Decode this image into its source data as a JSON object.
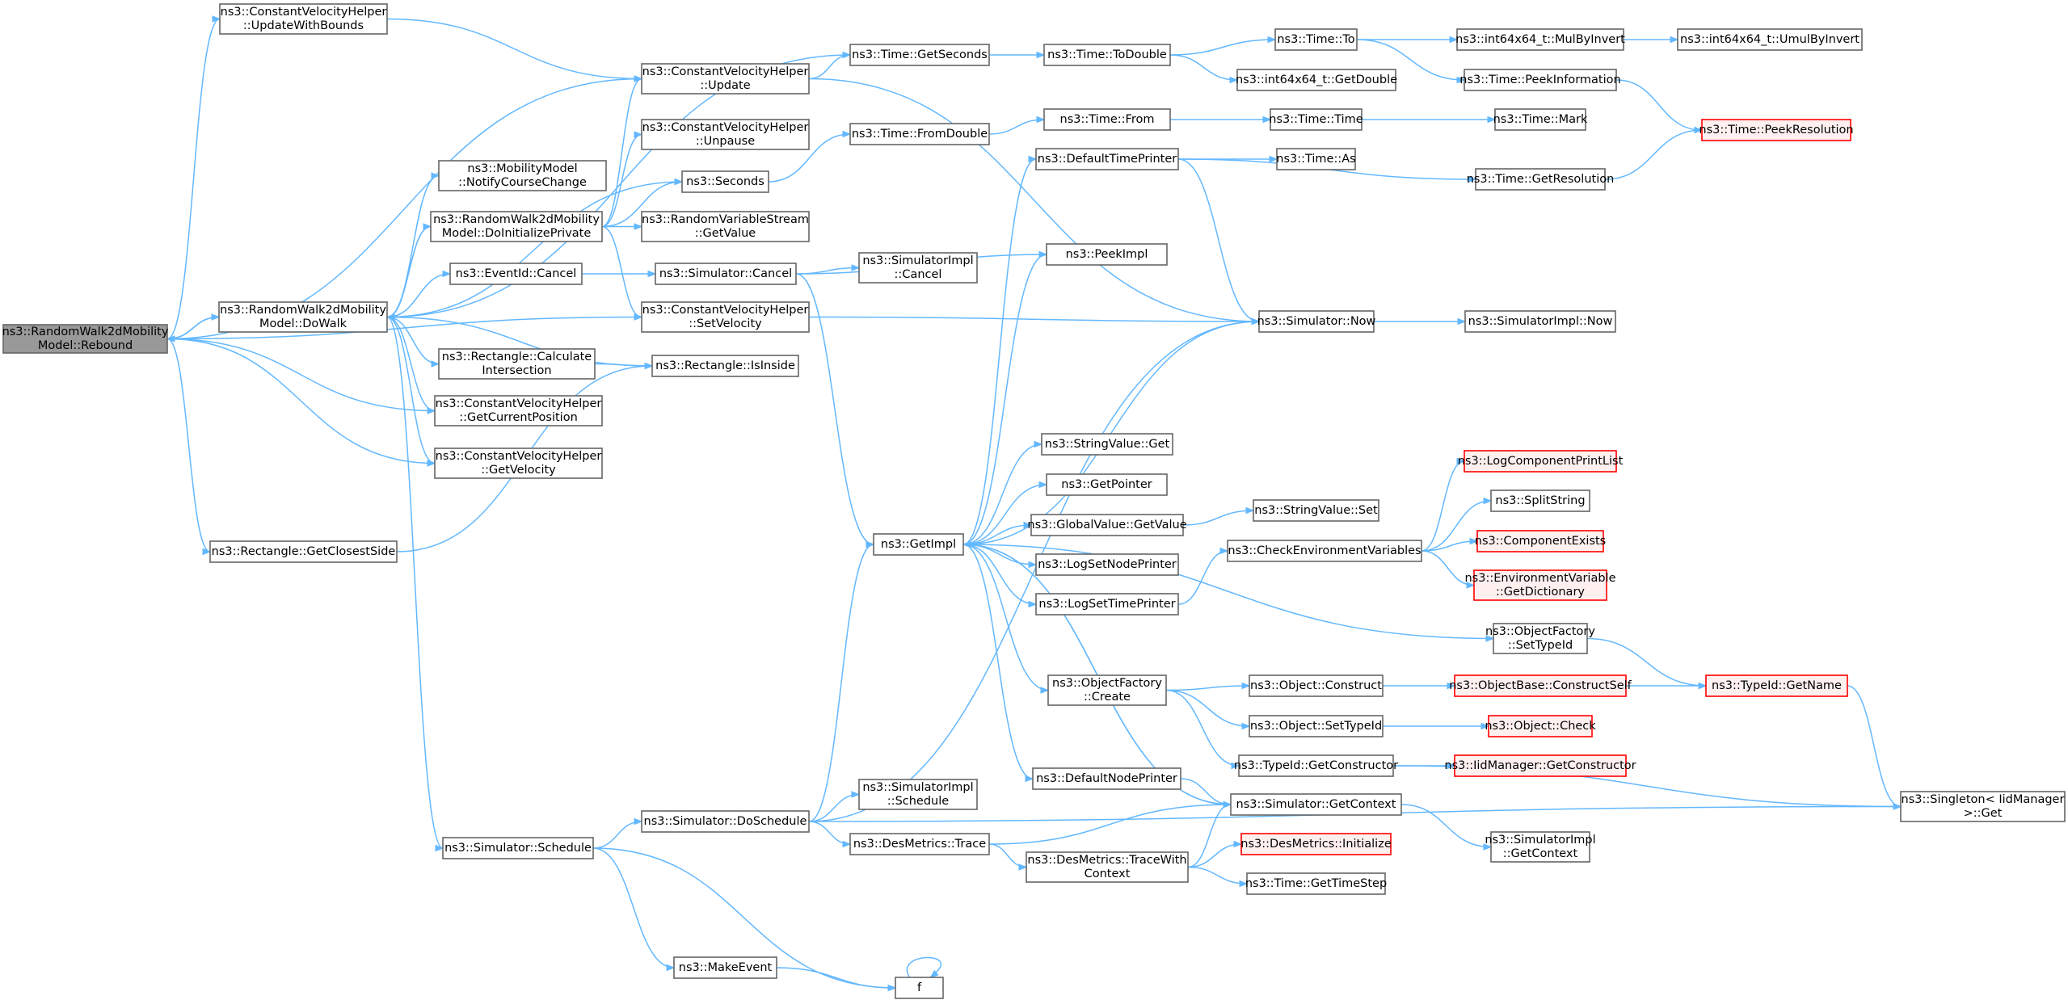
{
  "graph": {
    "nodes": [
      {
        "id": "rebound",
        "lines": [
          "ns3::RandomWalk2dMobility",
          "Model::Rebound"
        ],
        "style": "root"
      },
      {
        "id": "updWithBounds",
        "lines": [
          "ns3::ConstantVelocityHelper",
          "::UpdateWithBounds"
        ]
      },
      {
        "id": "doWalk",
        "lines": [
          "ns3::RandomWalk2dMobility",
          "Model::DoWalk"
        ]
      },
      {
        "id": "getClosestSide",
        "lines": [
          "ns3::Rectangle::GetClosestSide"
        ]
      },
      {
        "id": "notifyCourse",
        "lines": [
          "ns3::MobilityModel",
          "::NotifyCourseChange"
        ]
      },
      {
        "id": "doInitPriv",
        "lines": [
          "ns3::RandomWalk2dMobility",
          "Model::DoInitializePrivate"
        ]
      },
      {
        "id": "eventCancel",
        "lines": [
          "ns3::EventId::Cancel"
        ]
      },
      {
        "id": "rectCalc",
        "lines": [
          "ns3::Rectangle::Calculate",
          "Intersection"
        ]
      },
      {
        "id": "cvhGetPos",
        "lines": [
          "ns3::ConstantVelocityHelper",
          "::GetCurrentPosition"
        ]
      },
      {
        "id": "cvhGetVel",
        "lines": [
          "ns3::ConstantVelocityHelper",
          "::GetVelocity"
        ]
      },
      {
        "id": "simSchedule",
        "lines": [
          "ns3::Simulator::Schedule"
        ]
      },
      {
        "id": "cvhUpdate",
        "lines": [
          "ns3::ConstantVelocityHelper",
          "::Update"
        ]
      },
      {
        "id": "cvhUnpause",
        "lines": [
          "ns3::ConstantVelocityHelper",
          "::Unpause"
        ]
      },
      {
        "id": "seconds",
        "lines": [
          "ns3::Seconds"
        ]
      },
      {
        "id": "rvsGetValue",
        "lines": [
          "ns3::RandomVariableStream",
          "::GetValue"
        ]
      },
      {
        "id": "simCancel",
        "lines": [
          "ns3::Simulator::Cancel"
        ]
      },
      {
        "id": "cvhSetVel",
        "lines": [
          "ns3::ConstantVelocityHelper",
          "::SetVelocity"
        ]
      },
      {
        "id": "rectIsInside",
        "lines": [
          "ns3::Rectangle::IsInside"
        ]
      },
      {
        "id": "simDoSchedule",
        "lines": [
          "ns3::Simulator::DoSchedule"
        ]
      },
      {
        "id": "makeEvent",
        "lines": [
          "ns3::MakeEvent"
        ]
      },
      {
        "id": "timeGetSeconds",
        "lines": [
          "ns3::Time::GetSeconds"
        ]
      },
      {
        "id": "timeFromDouble",
        "lines": [
          "ns3::Time::FromDouble"
        ]
      },
      {
        "id": "simImplCancel",
        "lines": [
          "ns3::SimulatorImpl",
          "::Cancel"
        ]
      },
      {
        "id": "getImpl",
        "lines": [
          "ns3::GetImpl"
        ]
      },
      {
        "id": "simImplSchedule",
        "lines": [
          "ns3::SimulatorImpl",
          "::Schedule"
        ]
      },
      {
        "id": "desTrace",
        "lines": [
          "ns3::DesMetrics::Trace"
        ]
      },
      {
        "id": "fNode",
        "lines": [
          "f"
        ]
      },
      {
        "id": "timeToDouble",
        "lines": [
          "ns3::Time::ToDouble"
        ]
      },
      {
        "id": "timeFrom",
        "lines": [
          "ns3::Time::From"
        ]
      },
      {
        "id": "defTimePrinter",
        "lines": [
          "ns3::DefaultTimePrinter"
        ]
      },
      {
        "id": "peekImpl",
        "lines": [
          "ns3::PeekImpl"
        ]
      },
      {
        "id": "stringValueGet",
        "lines": [
          "ns3::StringValue::Get"
        ]
      },
      {
        "id": "getPointer",
        "lines": [
          "ns3::GetPointer"
        ]
      },
      {
        "id": "gvGetValue",
        "lines": [
          "ns3::GlobalValue::GetValue"
        ]
      },
      {
        "id": "logSetNode",
        "lines": [
          "ns3::LogSetNodePrinter"
        ]
      },
      {
        "id": "logSetTime",
        "lines": [
          "ns3::LogSetTimePrinter"
        ]
      },
      {
        "id": "ofCreate",
        "lines": [
          "ns3::ObjectFactory",
          "::Create"
        ]
      },
      {
        "id": "defNodePrinter",
        "lines": [
          "ns3::DefaultNodePrinter"
        ]
      },
      {
        "id": "desTraceCtx",
        "lines": [
          "ns3::DesMetrics::TraceWith",
          "Context"
        ]
      },
      {
        "id": "timeTo",
        "lines": [
          "ns3::Time::To"
        ]
      },
      {
        "id": "int64GetDouble",
        "lines": [
          "ns3::int64x64_t::GetDouble"
        ]
      },
      {
        "id": "timeTime",
        "lines": [
          "ns3::Time::Time"
        ]
      },
      {
        "id": "timeAs",
        "lines": [
          "ns3::Time::As"
        ]
      },
      {
        "id": "simNow",
        "lines": [
          "ns3::Simulator::Now"
        ]
      },
      {
        "id": "svSet",
        "lines": [
          "ns3::StringValue::Set"
        ]
      },
      {
        "id": "checkEnv",
        "lines": [
          "ns3::CheckEnvironmentVariables"
        ]
      },
      {
        "id": "objConstruct",
        "lines": [
          "ns3::Object::Construct"
        ]
      },
      {
        "id": "objSetTypeId",
        "lines": [
          "ns3::Object::SetTypeId"
        ]
      },
      {
        "id": "tidGetCtor",
        "lines": [
          "ns3::TypeId::GetConstructor"
        ]
      },
      {
        "id": "simGetContext",
        "lines": [
          "ns3::Simulator::GetContext"
        ]
      },
      {
        "id": "desInit",
        "lines": [
          "ns3::DesMetrics::Initialize"
        ],
        "style": "red"
      },
      {
        "id": "timeGetTimeStep",
        "lines": [
          "ns3::Time::GetTimeStep"
        ]
      },
      {
        "id": "mulByInvert",
        "lines": [
          "ns3::int64x64_t::MulByInvert"
        ]
      },
      {
        "id": "peekInfo",
        "lines": [
          "ns3::Time::PeekInformation"
        ]
      },
      {
        "id": "timeMark",
        "lines": [
          "ns3::Time::Mark"
        ]
      },
      {
        "id": "timeGetRes",
        "lines": [
          "ns3::Time::GetResolution"
        ]
      },
      {
        "id": "simImplNow",
        "lines": [
          "ns3::SimulatorImpl::Now"
        ]
      },
      {
        "id": "logCompPrint",
        "lines": [
          "ns3::LogComponentPrintList"
        ],
        "style": "red"
      },
      {
        "id": "splitString",
        "lines": [
          "ns3::SplitString"
        ]
      },
      {
        "id": "compExists",
        "lines": [
          "ns3::ComponentExists"
        ],
        "style": "red"
      },
      {
        "id": "envVarDict",
        "lines": [
          "ns3::EnvironmentVariable",
          "::GetDictionary"
        ],
        "style": "red"
      },
      {
        "id": "ofSetTypeId",
        "lines": [
          "ns3::ObjectFactory",
          "::SetTypeId"
        ]
      },
      {
        "id": "obConstructSelf",
        "lines": [
          "ns3::ObjectBase::ConstructSelf"
        ],
        "style": "red"
      },
      {
        "id": "objCheck",
        "lines": [
          "ns3::Object::Check"
        ],
        "style": "red"
      },
      {
        "id": "iidGetCtor",
        "lines": [
          "ns3::IidManager::GetConstructor"
        ],
        "style": "red"
      },
      {
        "id": "simImplGetCtx",
        "lines": [
          "ns3::SimulatorImpl",
          "::GetContext"
        ]
      },
      {
        "id": "umulByInvert",
        "lines": [
          "ns3::int64x64_t::UmulByInvert"
        ]
      },
      {
        "id": "peekRes",
        "lines": [
          "ns3::Time::PeekResolution"
        ],
        "style": "red"
      },
      {
        "id": "tidGetName",
        "lines": [
          "ns3::TypeId::GetName"
        ],
        "style": "red"
      },
      {
        "id": "singletonGet",
        "lines": [
          "ns3::Singleton< IidManager",
          " >::Get"
        ]
      }
    ],
    "edges": [
      [
        "rebound",
        "updWithBounds"
      ],
      [
        "rebound",
        "doWalk"
      ],
      [
        "rebound",
        "cvhGetPos"
      ],
      [
        "rebound",
        "cvhGetVel"
      ],
      [
        "rebound",
        "getClosestSide"
      ],
      [
        "rebound",
        "cvhUpdate"
      ],
      [
        "rebound",
        "cvhSetVel"
      ],
      [
        "updWithBounds",
        "cvhUpdate"
      ],
      [
        "doWalk",
        "rebound"
      ],
      [
        "doWalk",
        "notifyCourse"
      ],
      [
        "doWalk",
        "doInitPriv"
      ],
      [
        "doWalk",
        "eventCancel"
      ],
      [
        "doWalk",
        "rectCalc"
      ],
      [
        "doWalk",
        "cvhGetPos"
      ],
      [
        "doWalk",
        "cvhGetVel"
      ],
      [
        "doWalk",
        "simSchedule"
      ],
      [
        "doWalk",
        "timeGetSeconds"
      ],
      [
        "doWalk",
        "seconds"
      ],
      [
        "doWalk",
        "rectIsInside"
      ],
      [
        "doInitPriv",
        "doWalk"
      ],
      [
        "doInitPriv",
        "cvhUpdate"
      ],
      [
        "doInitPriv",
        "cvhUnpause"
      ],
      [
        "doInitPriv",
        "seconds"
      ],
      [
        "doInitPriv",
        "rvsGetValue"
      ],
      [
        "doInitPriv",
        "cvhSetVel"
      ],
      [
        "eventCancel",
        "simCancel"
      ],
      [
        "rectCalc",
        "rectIsInside"
      ],
      [
        "getClosestSide",
        "rectIsInside"
      ],
      [
        "simSchedule",
        "simDoSchedule"
      ],
      [
        "simSchedule",
        "makeEvent"
      ],
      [
        "simSchedule",
        "fNode"
      ],
      [
        "cvhUpdate",
        "timeGetSeconds"
      ],
      [
        "cvhUpdate",
        "simNow"
      ],
      [
        "seconds",
        "timeFromDouble"
      ],
      [
        "simCancel",
        "peekImpl"
      ],
      [
        "simCancel",
        "simImplCancel"
      ],
      [
        "simCancel",
        "getImpl"
      ],
      [
        "cvhSetVel",
        "simNow"
      ],
      [
        "simDoSchedule",
        "getImpl"
      ],
      [
        "simDoSchedule",
        "simImplSchedule"
      ],
      [
        "simDoSchedule",
        "desTrace"
      ],
      [
        "simDoSchedule",
        "simNow"
      ],
      [
        "simDoSchedule",
        "singletonGet"
      ],
      [
        "makeEvent",
        "fNode"
      ],
      [
        "fNode",
        "fNode"
      ],
      [
        "timeGetSeconds",
        "timeToDouble"
      ],
      [
        "timeFromDouble",
        "timeFrom"
      ],
      [
        "getImpl",
        "peekImpl"
      ],
      [
        "getImpl",
        "defTimePrinter"
      ],
      [
        "getImpl",
        "stringValueGet"
      ],
      [
        "getImpl",
        "getPointer"
      ],
      [
        "getImpl",
        "gvGetValue"
      ],
      [
        "getImpl",
        "logSetNode"
      ],
      [
        "getImpl",
        "logSetTime"
      ],
      [
        "getImpl",
        "ofCreate"
      ],
      [
        "getImpl",
        "defNodePrinter"
      ],
      [
        "getImpl",
        "ofSetTypeId"
      ],
      [
        "getImpl",
        "simGetContext"
      ],
      [
        "desTrace",
        "simGetContext"
      ],
      [
        "desTrace",
        "desTraceCtx"
      ],
      [
        "timeToDouble",
        "timeTo"
      ],
      [
        "timeToDouble",
        "int64GetDouble"
      ],
      [
        "timeFrom",
        "timeTime"
      ],
      [
        "defTimePrinter",
        "timeAs"
      ],
      [
        "defTimePrinter",
        "timeGetRes"
      ],
      [
        "defTimePrinter",
        "simNow"
      ],
      [
        "simNow",
        "getImpl"
      ],
      [
        "simNow",
        "simImplNow"
      ],
      [
        "gvGetValue",
        "svSet"
      ],
      [
        "logSetTime",
        "checkEnv"
      ],
      [
        "ofCreate",
        "objConstruct"
      ],
      [
        "ofCreate",
        "objSetTypeId"
      ],
      [
        "ofCreate",
        "tidGetCtor"
      ],
      [
        "defNodePrinter",
        "simGetContext"
      ],
      [
        "desTraceCtx",
        "simGetContext"
      ],
      [
        "desTraceCtx",
        "desInit"
      ],
      [
        "desTraceCtx",
        "timeGetTimeStep"
      ],
      [
        "timeTo",
        "mulByInvert"
      ],
      [
        "timeTo",
        "peekInfo"
      ],
      [
        "timeTime",
        "timeMark"
      ],
      [
        "checkEnv",
        "logCompPrint"
      ],
      [
        "checkEnv",
        "splitString"
      ],
      [
        "checkEnv",
        "compExists"
      ],
      [
        "checkEnv",
        "envVarDict"
      ],
      [
        "objConstruct",
        "obConstructSelf"
      ],
      [
        "objSetTypeId",
        "objCheck"
      ],
      [
        "tidGetCtor",
        "iidGetCtor"
      ],
      [
        "tidGetCtor",
        "singletonGet"
      ],
      [
        "simGetContext",
        "getImpl"
      ],
      [
        "simGetContext",
        "simImplGetCtx"
      ],
      [
        "mulByInvert",
        "umulByInvert"
      ],
      [
        "peekInfo",
        "peekRes"
      ],
      [
        "timeGetRes",
        "peekRes"
      ],
      [
        "ofSetTypeId",
        "tidGetName"
      ],
      [
        "obConstructSelf",
        "tidGetName"
      ],
      [
        "tidGetName",
        "singletonGet"
      ]
    ]
  }
}
